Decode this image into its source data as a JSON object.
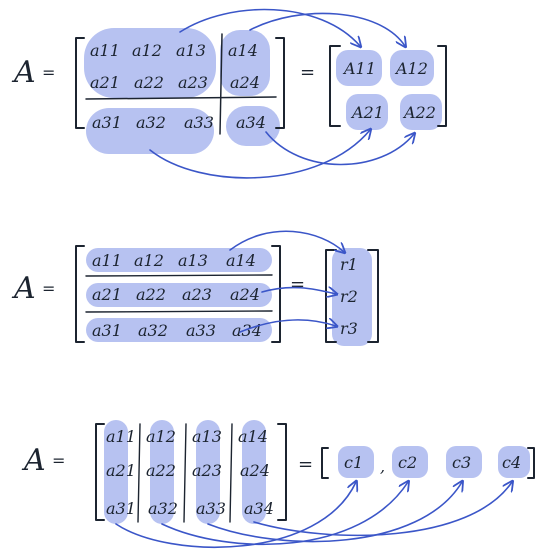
{
  "colors": {
    "highlight": "#b7c2f1",
    "arrow": "#3b56c8",
    "ink": "#1c2430",
    "background": "#ffffff"
  },
  "diagrams": [
    {
      "id": "block-partition",
      "lhs_label": "A",
      "equals": "=",
      "matrix": [
        [
          "a11",
          "a12",
          "a13",
          "a14"
        ],
        [
          "a21",
          "a22",
          "a23",
          "a24"
        ],
        [
          "a31",
          "a32",
          "a33",
          "a34"
        ]
      ],
      "blocks": [
        [
          "A11",
          "A12"
        ],
        [
          "A21",
          "A22"
        ]
      ]
    },
    {
      "id": "row-partition",
      "lhs_label": "A",
      "equals": "=",
      "matrix": [
        [
          "a11",
          "a12",
          "a13",
          "a14"
        ],
        [
          "a21",
          "a22",
          "a23",
          "a24"
        ],
        [
          "a31",
          "a32",
          "a33",
          "a34"
        ]
      ],
      "rows": [
        "r1",
        "r2",
        "r3"
      ]
    },
    {
      "id": "column-partition",
      "lhs_label": "A",
      "equals": "=",
      "matrix": [
        [
          "a11",
          "a12",
          "a13",
          "a14"
        ],
        [
          "a21",
          "a22",
          "a23",
          "a24"
        ],
        [
          "a31",
          "a32",
          "a33",
          "a34"
        ]
      ],
      "columns": [
        "c1",
        "c2",
        "c3",
        "c4"
      ],
      "separator": ","
    }
  ]
}
